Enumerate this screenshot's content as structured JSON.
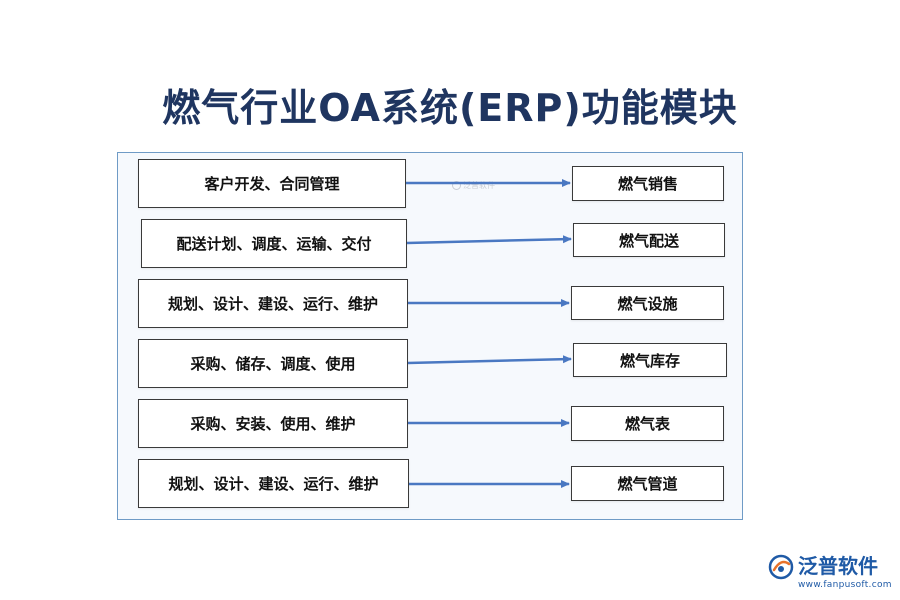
{
  "title": "燃气行业OA系统(ERP)功能模块",
  "watermark": "泛普软件",
  "colors": {
    "title": "#1f3560",
    "arrow": "#4a78c2",
    "panel_border": "#6f9bc6",
    "logo": "#1f5aa6",
    "logo_accent": "#e8722a"
  },
  "rows": [
    {
      "source": "客户开发、合同管理",
      "target": "燃气销售"
    },
    {
      "source": "配送计划、调度、运输、交付",
      "target": "燃气配送"
    },
    {
      "source": "规划、设计、建设、运行、维护",
      "target": "燃气设施"
    },
    {
      "source": "采购、储存、调度、使用",
      "target": "燃气库存"
    },
    {
      "source": "采购、安装、使用、维护",
      "target": "燃气表"
    },
    {
      "source": "规划、设计、建设、运行、维护",
      "target": "燃气管道"
    }
  ],
  "logo": {
    "name": "泛普软件",
    "url": "www.fanpusoft.com"
  }
}
